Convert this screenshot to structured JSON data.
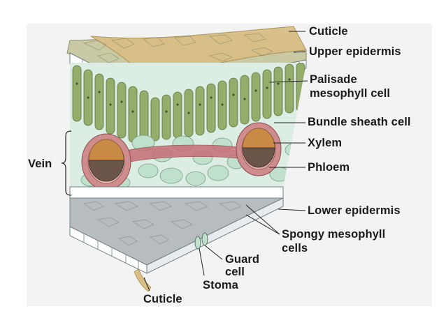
{
  "labels": {
    "cuticle_top": "Cuticle",
    "upper_epidermis": "Upper epidermis",
    "palisade_line1": "Palisade",
    "palisade_line2": "mesophyll cell",
    "bundle_sheath": "Bundle sheath cell",
    "xylem": "Xylem",
    "phloem": "Phloem",
    "vein": "Vein",
    "lower_epidermis": "Lower epidermis",
    "spongy_line1": "Spongy mesophyll",
    "spongy_line2": "cells",
    "guard_line1": "Guard",
    "guard_line2": "cell",
    "stoma": "Stoma",
    "cuticle_bottom": "Cuticle"
  },
  "colors": {
    "background": "#ffffff",
    "panel": "#f3f3f3",
    "cuticle": "#d9bf86",
    "upper_surface": "#c9c9a3",
    "epidermis": "#ffffff",
    "palisade": "#95ad6a",
    "spongy": "#bfe0cb",
    "bundle_sheath": "#cf8c8c",
    "xylem": "#c98a46",
    "phloem": "#6b5448",
    "lower_surface": "#b7bcbf",
    "leader_line": "#222222"
  }
}
